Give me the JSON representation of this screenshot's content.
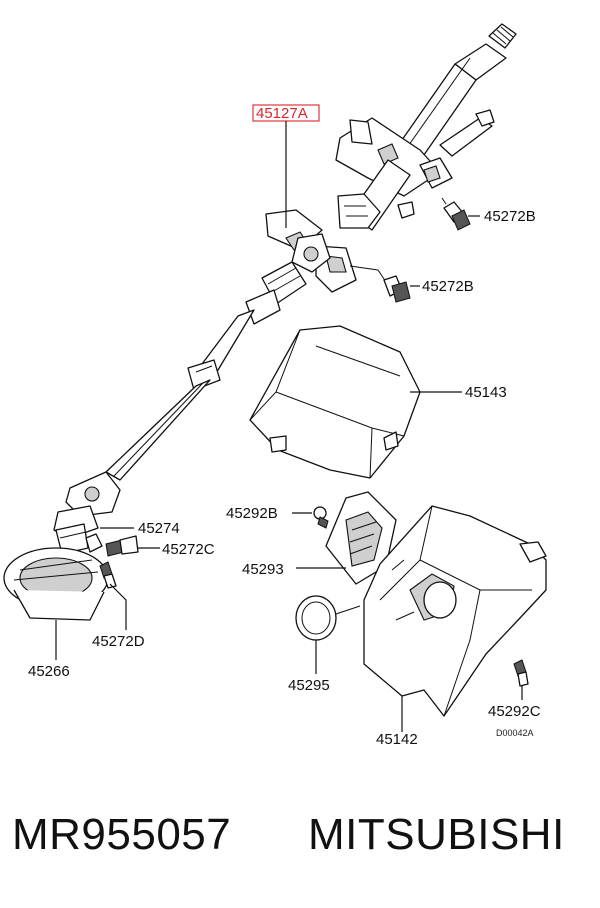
{
  "diagram": {
    "labels": {
      "main_part": "45127A",
      "bolt_upper_right": "45272B",
      "bolt_mid": "45272B",
      "cover_upper": "45143",
      "screw_bracket": "45292B",
      "bracket": "45293",
      "nut": "45274",
      "bolt_c": "45272C",
      "bolt_d": "45272D",
      "boot": "45266",
      "ring": "45295",
      "cover_lower": "45142",
      "screw_c": "45292C",
      "drawing_code": "D00042A"
    },
    "highlight_color": "#e0353a"
  },
  "footer": {
    "part_number": "MR955057",
    "brand": "MITSUBISHI"
  }
}
